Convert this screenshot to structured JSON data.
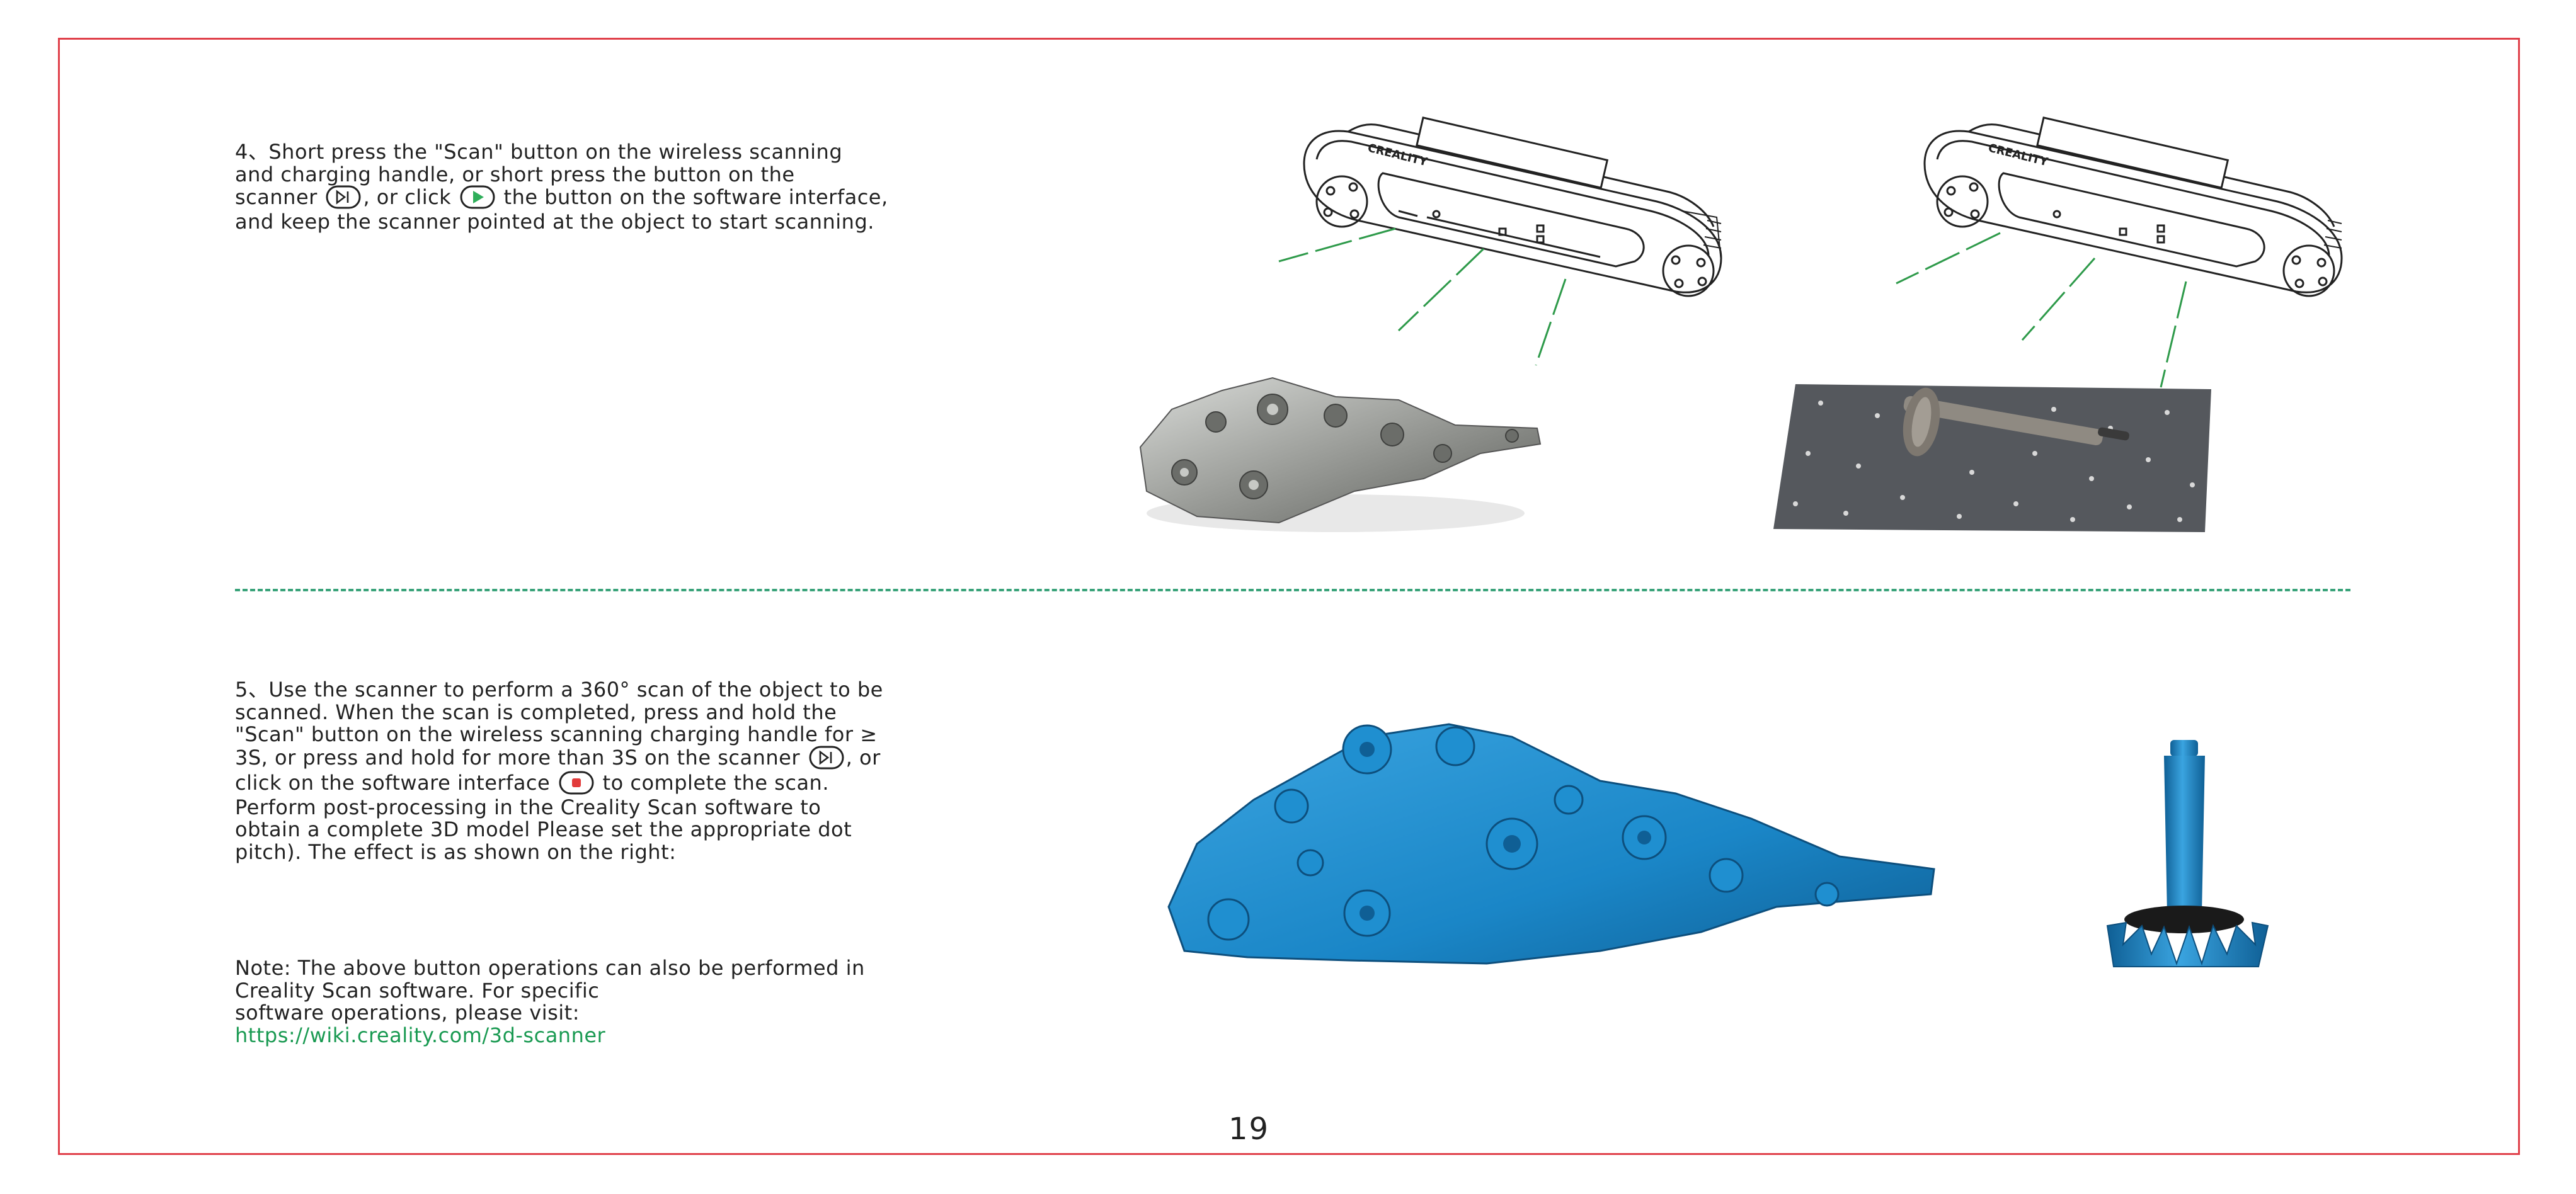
{
  "step4": {
    "lines": [
      "4、Short press the \"Scan\" button on the wireless scanning",
      "and charging handle, or short press the button on the",
      "scanner",
      ", or click",
      "the button on the software interface,",
      "and keep the scanner pointed at the object to start scanning."
    ]
  },
  "step5": {
    "lines": [
      "5、Use the scanner to perform a 360° scan of the object to be",
      "scanned. When the scan is completed, press and hold the",
      "\"Scan\" button on the wireless scanning charging handle for ≥",
      "3S, or press and hold for more than 3S on the scanner",
      ", or",
      "click on the software interface",
      "to complete the scan.",
      "Perform post-processing in the Creality Scan software to",
      "obtain a complete 3D model Please set the appropriate dot",
      "pitch). The effect is as shown on the right:"
    ]
  },
  "note": {
    "lines": [
      "Note: The above button operations can also be performed in",
      "Creality Scan software. For specific",
      "software operations, please visit:"
    ],
    "link": "https://wiki.creality.com/3d-scanner"
  },
  "page_number": "19",
  "scanner_logo_text": "CREALITY",
  "colors": {
    "frame": "#e0404a",
    "divider": "#3aa37a",
    "link": "#1a9a52",
    "scan_model_blue": "#1a86c7",
    "laser_green": "#2e9a4a",
    "play_icon_green": "#2fae5a",
    "stop_icon_red": "#e23b3b"
  },
  "icons": [
    "scanner-button-icon",
    "play-button-icon",
    "stop-button-icon"
  ]
}
